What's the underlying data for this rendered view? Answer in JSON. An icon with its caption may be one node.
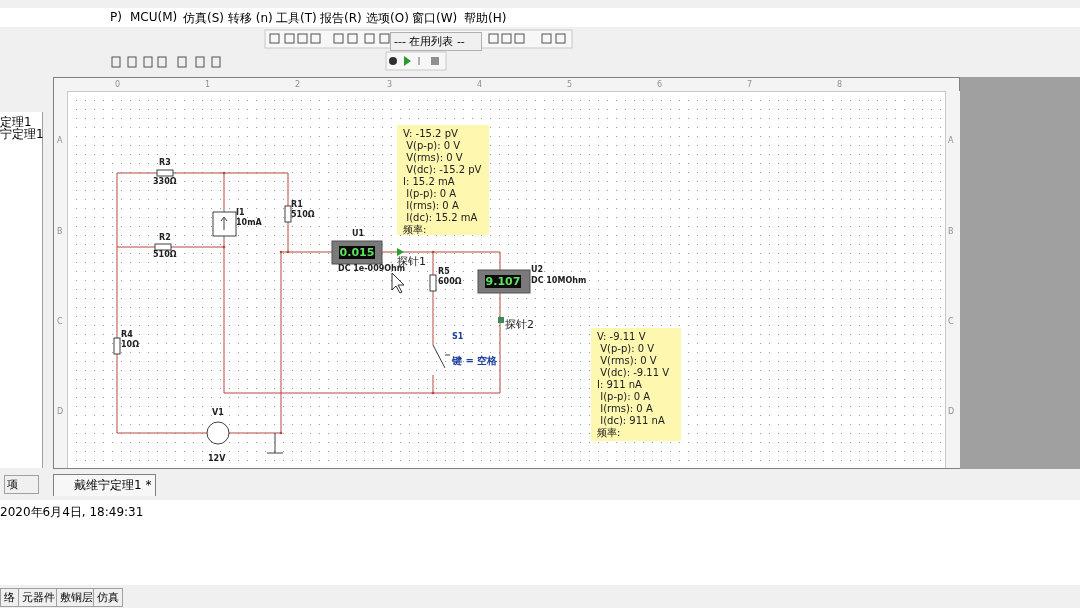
{
  "diagram": {
    "nodes": [
      {
        "text": [
          "V: -15.2 pV",
          " V(p-p): 0 V",
          " V(rms): 0 V",
          " V(dc): -15.2 pV",
          "I: 15.2 mA",
          " I(p-p): 0 A",
          " I(rms): 0 A",
          " I(dc): 15.2 mA",
          "频率:"
        ]
      },
      {
        "text": [
          "V: -9.11 V",
          " V(p-p): 0 V",
          " V(rms): 0 V",
          " V(dc): -9.11 V",
          "I: 911 nA",
          " I(p-p): 0 A",
          " I(rms): 0 A",
          " I(dc): 911 nA",
          "频率:"
        ]
      }
    ],
    "labels": [
      "P)",
      "MCU(M)",
      "仿真(S)",
      "转移 (n)",
      "工具(T)",
      "报告(R)",
      "选项(O)",
      "窗口(W)",
      "帮助(H)",
      "--- 在用列表 --",
      "定理1",
      "宁定理1",
      "0",
      "1",
      "2",
      "3",
      "4",
      "5",
      "6",
      "7",
      "8",
      "A",
      "B",
      "C",
      "D",
      "A",
      "B",
      "C",
      "D",
      "R3",
      "330Ω",
      "I1",
      "10mA",
      "R1",
      "510Ω",
      "R2",
      "510Ω",
      "R4",
      "10Ω",
      "V1",
      "12V",
      "U1",
      "0.015",
      "DC  1e-009Ohm",
      "探针1",
      "R5",
      "600Ω",
      "U2",
      "9.107",
      "DC  10MOhm",
      "S1",
      "键 = 空格",
      "探针2",
      "项",
      "戴维宁定理1 *",
      "2020年6月4日, 18:49:31",
      "络",
      "元器件",
      "敷铜层",
      "仿真"
    ]
  }
}
